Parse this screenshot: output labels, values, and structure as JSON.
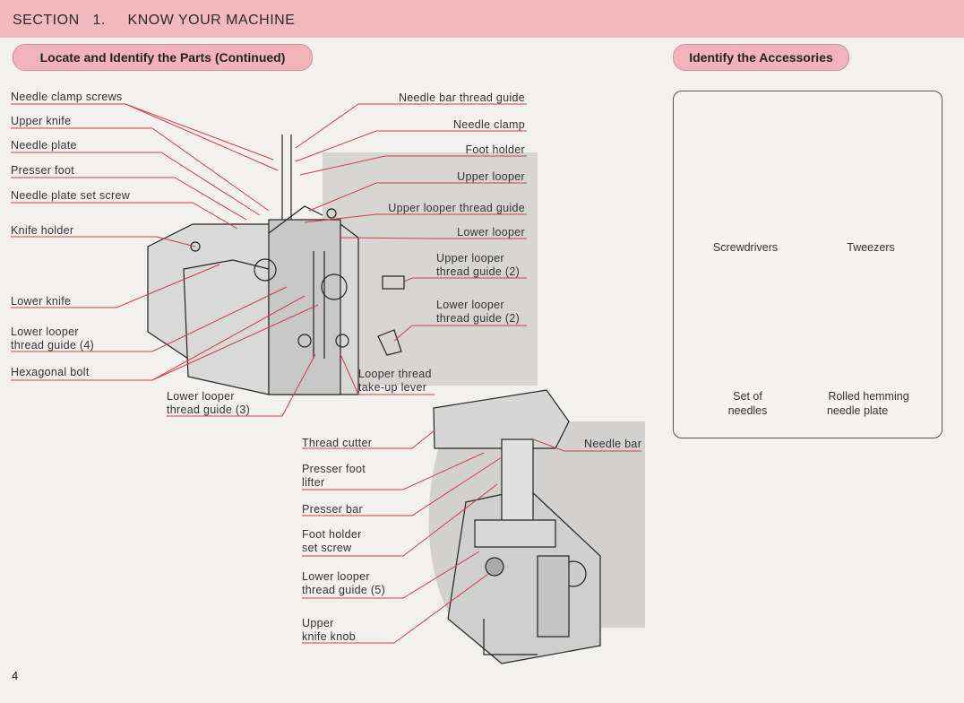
{
  "header": {
    "section_title": "SECTION   1.     KNOW YOUR MACHINE",
    "left_heading": "Locate and Identify the Parts  (Continued)",
    "right_heading": "Identify the Accessories"
  },
  "parts_left": [
    "Needle clamp screws",
    "Upper knife",
    "Needle plate",
    "Presser foot",
    "Needle plate set screw",
    "Knife holder",
    "Lower knife",
    "Lower looper",
    "thread guide (4)",
    "Hexagonal bolt"
  ],
  "parts_right": [
    "Needle bar thread guide",
    "Needle clamp",
    "Foot holder",
    "Upper looper",
    "Upper looper thread guide",
    "Lower looper",
    "Upper looper",
    "thread guide (2)",
    "Lower looper",
    "thread guide (2)"
  ],
  "parts_bottom": {
    "lower_looper_3_a": "Lower looper",
    "lower_looper_3_b": "thread guide (3)",
    "takeup_a": "Looper thread",
    "takeup_b": "take-up lever"
  },
  "parts_lower_diagram": [
    "Thread cutter",
    "Presser foot",
    "lifter",
    "Presser bar",
    "Foot holder",
    "set screw",
    "Lower looper",
    "thread guide (5)",
    "Upper",
    "knife knob",
    "Needle bar"
  ],
  "accessories": {
    "screwdrivers": "Screwdrivers",
    "tweezers": "Tweezers",
    "needles_a": "Set of",
    "needles_b": "needles",
    "plate_a": "Rolled hemming",
    "plate_b": "needle plate"
  },
  "page_number": "4",
  "colors": {
    "header_band": "#f2b9bf",
    "pill": "#f2b3bb",
    "leader_line": "#d43a48",
    "machine_gray": "#bdbdbd"
  }
}
